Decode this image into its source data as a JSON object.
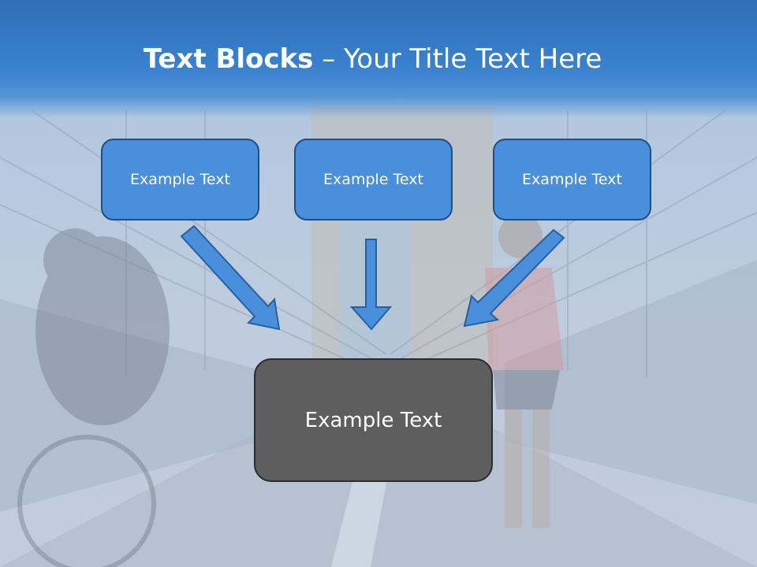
{
  "title": {
    "bold": "Text Blocks",
    "dash": " – ",
    "rest": "Your Title Text Here"
  },
  "blocks": {
    "left": "Example Text",
    "center": "Example Text",
    "right": "Example Text",
    "bottom": "Example Text"
  },
  "colors": {
    "title_band": "#3a82cf",
    "block_fill": "#4a8fdc",
    "block_border": "#1f4e82",
    "bottom_fill": "#5e5e5e",
    "arrow_fill": "#4a8fdc"
  }
}
